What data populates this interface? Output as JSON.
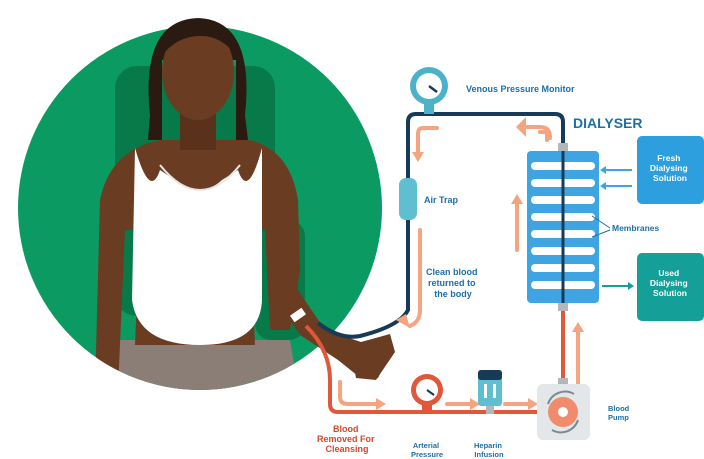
{
  "labels": {
    "venous_pressure_monitor": "Venous Pressure Monitor",
    "dialyser": "DIALYSER",
    "fresh_solution": [
      "Fresh",
      "Dialysing",
      "Solution"
    ],
    "used_solution": [
      "Used",
      "Dialysing",
      "Solution"
    ],
    "membranes": "Membranes",
    "air_trap": "Air Trap",
    "clean_blood": [
      "Clean blood",
      "returned to",
      "the body"
    ],
    "blood_removed": [
      "Blood",
      "Removed For",
      "Cleansing"
    ],
    "arterial_pressure": [
      "Arterial",
      "Pressure"
    ],
    "heparin_infusion": [
      "Heparin",
      "Infusion"
    ],
    "blood_pump": [
      "Blood",
      "Pump"
    ]
  },
  "colors": {
    "green_circle": "#0a9a62",
    "chair": "#087a4a",
    "skin": "#6a3d22",
    "hair": "#2a1a12",
    "top": "#ffffff",
    "pants": "#8a7e76",
    "venous_tube": "#173a58",
    "arterial_tube": "#e0573a",
    "flow_arrow": "#f4a47e",
    "dialyser": "#3ea4e2",
    "fresh_box": "#2e9fde",
    "used_box": "#14a098",
    "label_blue": "#1d6fa8",
    "label_red": "#d2492c",
    "air_trap": "#5fbfd0",
    "gauge": "#4cb2c9"
  },
  "icons": [
    "venous-gauge-icon",
    "arterial-gauge-icon",
    "heparin-syringe-icon",
    "blood-pump-icon"
  ]
}
